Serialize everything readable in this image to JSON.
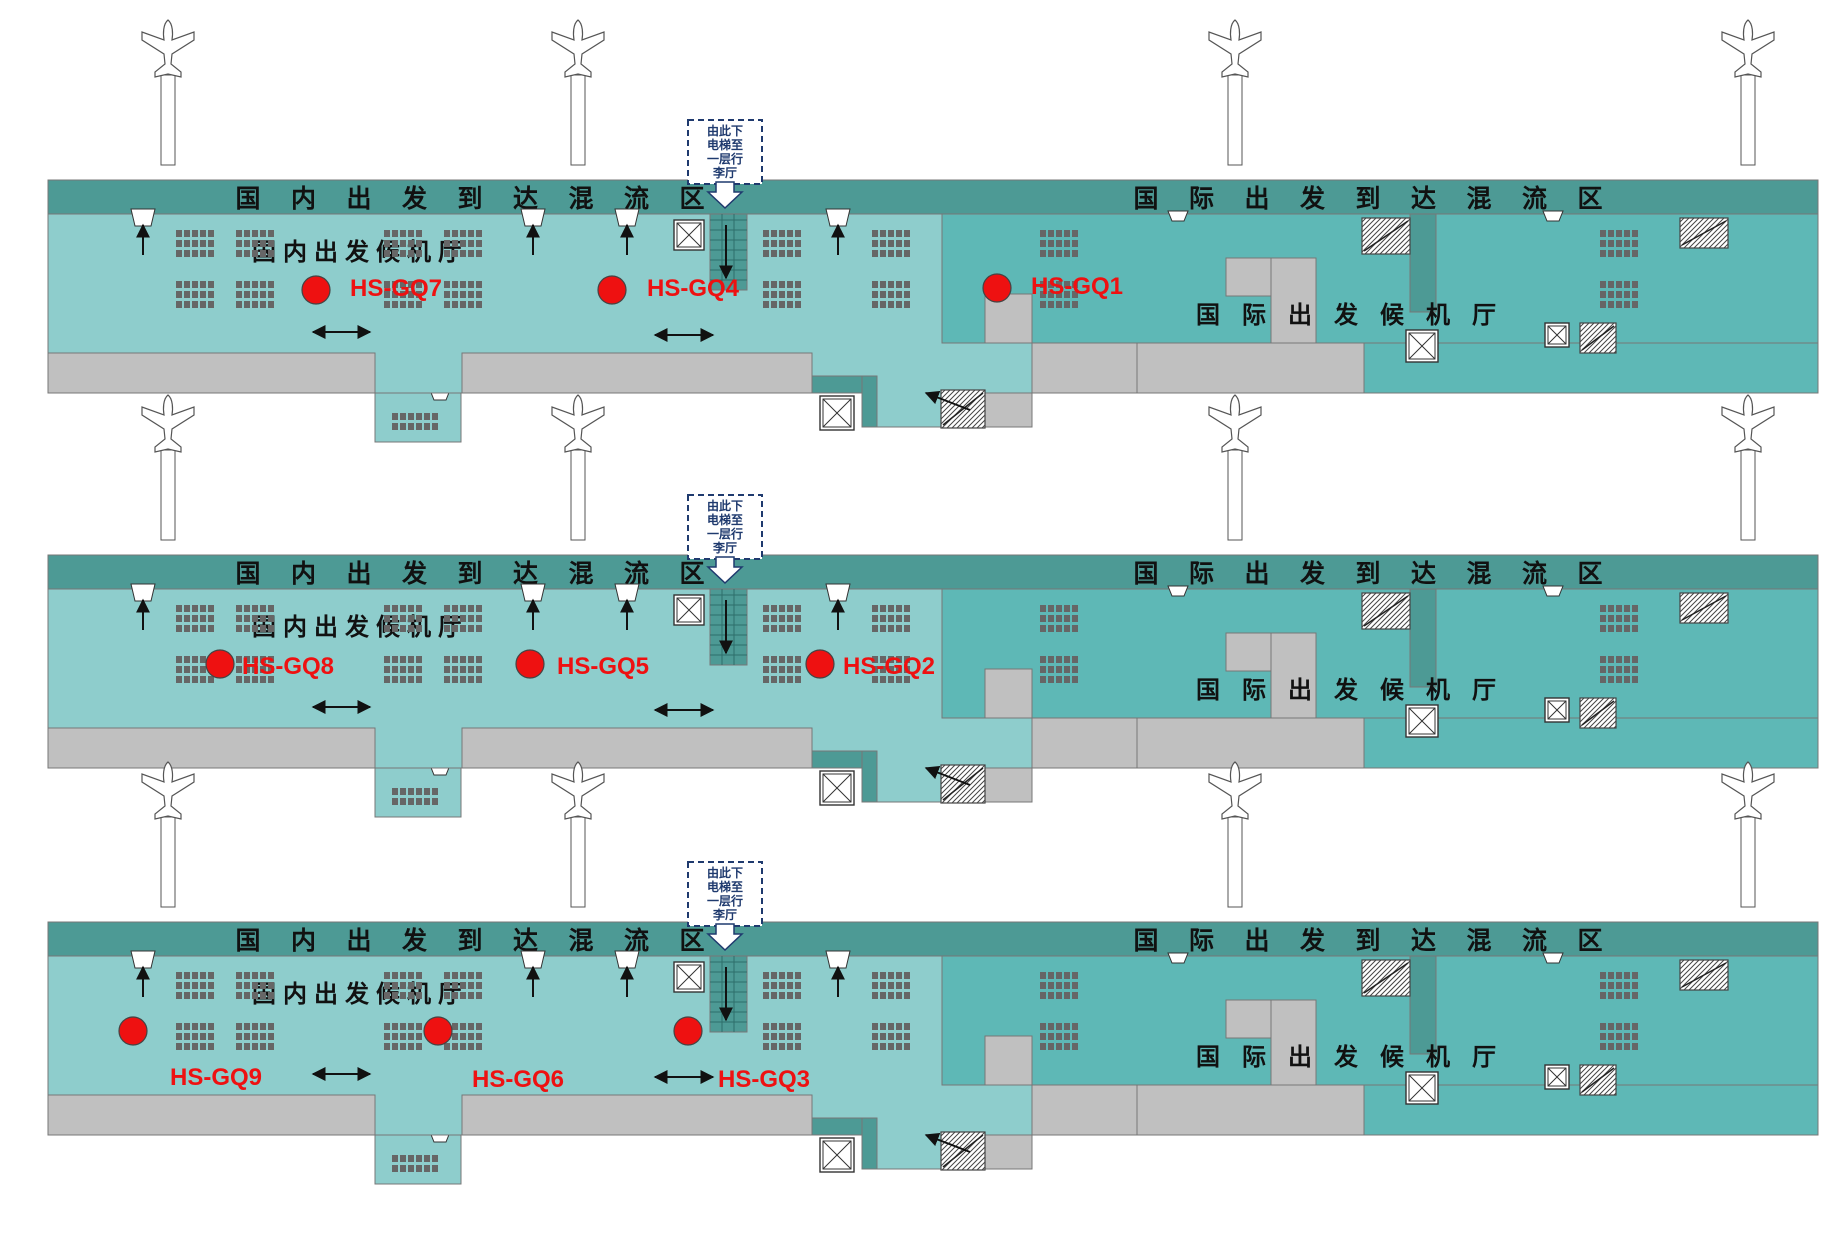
{
  "diagram": {
    "domestic_zone": "国内出发到达混流区",
    "international_zone": "国际出发到达混流区",
    "domestic_hall": "国内出发候机厅",
    "international_hall": "国际出发候机厅",
    "elevator_note": [
      "由此下",
      "电梯至",
      "一层行",
      "李厅"
    ]
  },
  "markers": [
    {
      "id": "HS-GQ7",
      "floor": 0
    },
    {
      "id": "HS-GQ4",
      "floor": 0
    },
    {
      "id": "HS-GQ1",
      "floor": 0
    },
    {
      "id": "HS-GQ8",
      "floor": 1
    },
    {
      "id": "HS-GQ5",
      "floor": 1
    },
    {
      "id": "HS-GQ2",
      "floor": 1
    },
    {
      "id": "HS-GQ9",
      "floor": 2
    },
    {
      "id": "HS-GQ6",
      "floor": 2
    },
    {
      "id": "HS-GQ3",
      "floor": 2
    }
  ],
  "colors": {
    "corridor": "#4d9a95",
    "domestic": "#8ecdcc",
    "international": "#5eb8b6",
    "gray": "#c0c0c0",
    "marker": "#ee1111"
  },
  "icons": [
    "airplane-icon",
    "escalator-icon",
    "elevator-icon",
    "gate-icon",
    "seating-icon",
    "arrow-icon"
  ]
}
